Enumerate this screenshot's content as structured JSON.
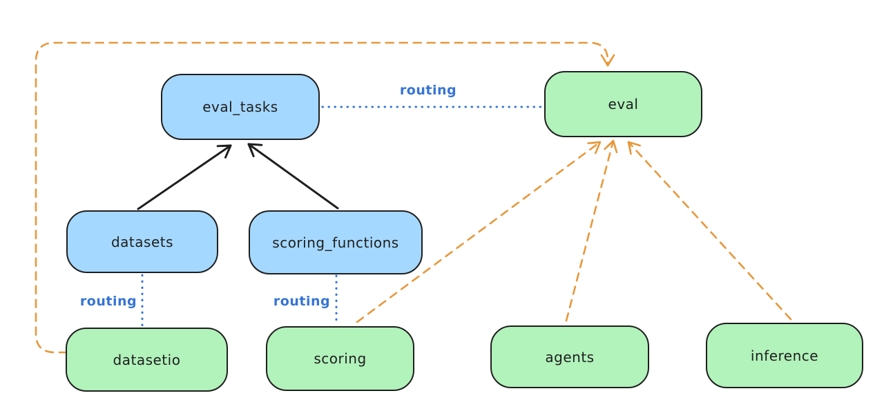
{
  "colors": {
    "node_blue_fill": "#a5d8ff",
    "node_green_fill": "#b2f2bb",
    "node_stroke": "#1e1e1e",
    "arrow_black": "#1e1e1e",
    "arrow_orange": "#e8973a",
    "routing_blue": "#3574d4",
    "background": "#ffffff"
  },
  "nodes": {
    "eval_tasks": {
      "label": "eval_tasks",
      "color": "blue"
    },
    "eval": {
      "label": "eval",
      "color": "green"
    },
    "datasets": {
      "label": "datasets",
      "color": "blue"
    },
    "scoring_functions": {
      "label": "scoring_functions",
      "color": "blue"
    },
    "datasetio": {
      "label": "datasetio",
      "color": "green"
    },
    "scoring": {
      "label": "scoring",
      "color": "green"
    },
    "agents": {
      "label": "agents",
      "color": "green"
    },
    "inference": {
      "label": "inference",
      "color": "green"
    }
  },
  "edge_labels": {
    "eval_tasks_eval": "routing",
    "datasets_datasetio": "routing",
    "scoring_functions_scoring": "routing"
  },
  "edges": [
    {
      "from": "datasets",
      "to": "eval_tasks",
      "style": "solid-black-arrow",
      "label": ""
    },
    {
      "from": "scoring_functions",
      "to": "eval_tasks",
      "style": "solid-black-arrow",
      "label": ""
    },
    {
      "from": "eval_tasks",
      "to": "eval",
      "style": "dotted-blue",
      "label": "routing"
    },
    {
      "from": "datasets",
      "to": "datasetio",
      "style": "dotted-blue",
      "label": "routing"
    },
    {
      "from": "scoring_functions",
      "to": "scoring",
      "style": "dotted-blue",
      "label": "routing"
    },
    {
      "from": "datasetio",
      "to": "eval",
      "style": "dashed-orange-arrow",
      "label": ""
    },
    {
      "from": "scoring",
      "to": "eval",
      "style": "dashed-orange-arrow",
      "label": ""
    },
    {
      "from": "agents",
      "to": "eval",
      "style": "dashed-orange-arrow",
      "label": ""
    },
    {
      "from": "inference",
      "to": "eval",
      "style": "dashed-orange-arrow",
      "label": ""
    }
  ]
}
